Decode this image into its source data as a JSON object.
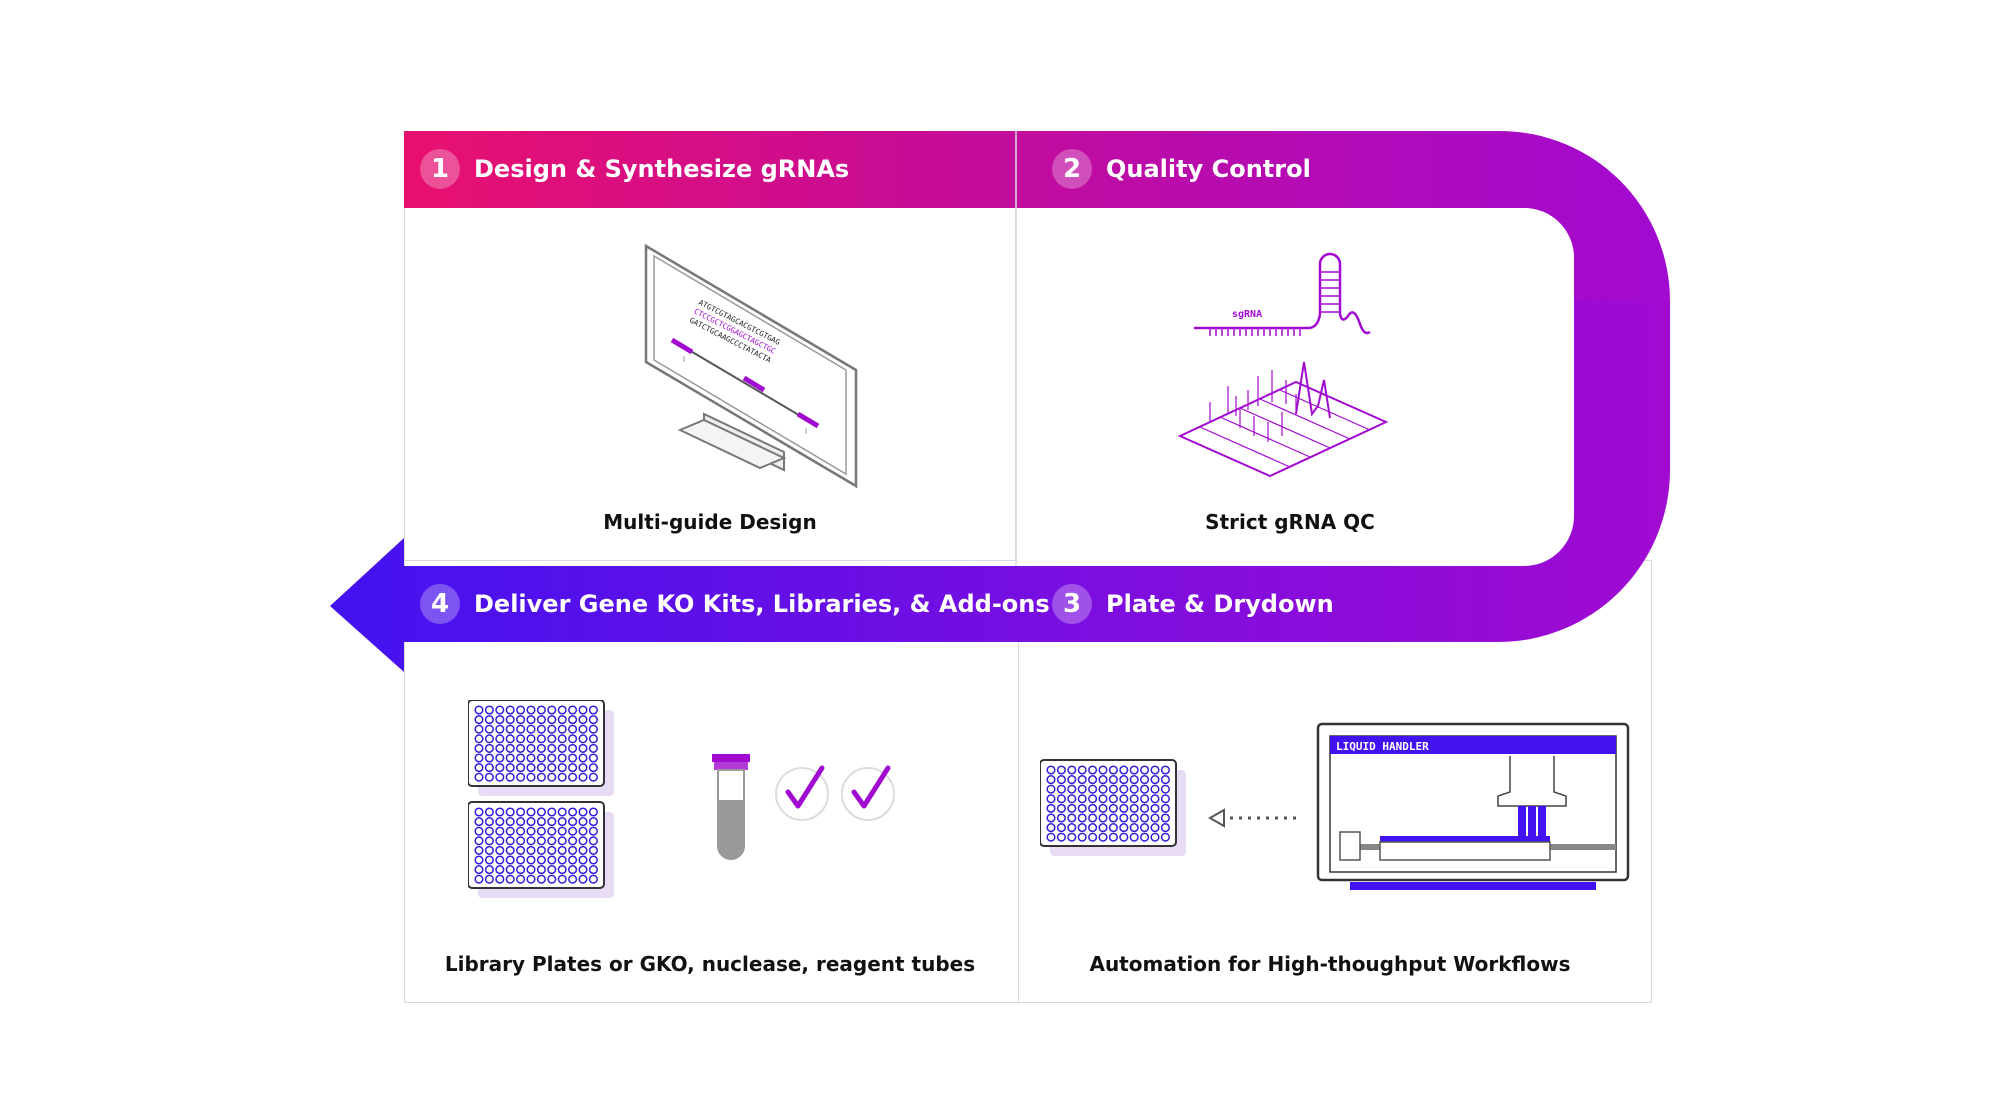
{
  "colors": {
    "pink": "#e8106f",
    "magenta": "#a10ad1",
    "purple": "#8a0ad6",
    "violet": "#5210f2",
    "indigo": "#4212f0",
    "plate_blue": "#2f1fd6",
    "grid_line": "#d8d8de"
  },
  "steps": [
    {
      "number": "1",
      "title": "Design & Synthesize gRNAs",
      "caption": "Multi-guide Design"
    },
    {
      "number": "2",
      "title": "Quality Control",
      "caption": "Strict gRNA QC"
    },
    {
      "number": "3",
      "title": "Plate & Drydown",
      "caption": "Automation for High-thoughput Workflows"
    },
    {
      "number": "4",
      "title": "Deliver Gene KO Kits, Libraries, & Add-ons",
      "caption": "Library Plates or GKO, nuclease, reagent tubes"
    }
  ],
  "illustrations": {
    "monitor_sequences": [
      "ATGTCGTAGCACGTCGTGAG",
      "CTCCGCTCGGAGCTAGCTGC",
      "GATCTGCAAGCCCTATACTA"
    ],
    "qc_label": "sgRNA",
    "liquid_handler_label": "LIQUID HANDLER",
    "icons": [
      "monitor-icon",
      "sgrna-hairpin-icon",
      "chromatogram-icon",
      "well-plate-icon",
      "reagent-tube-icon",
      "checkmark-icon",
      "liquid-handler-icon"
    ]
  }
}
